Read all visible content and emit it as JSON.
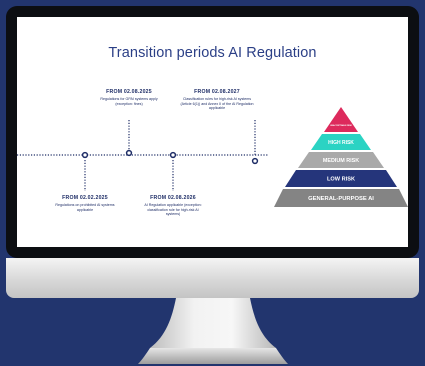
{
  "slide": {
    "title": "Transition periods AI Regulation"
  },
  "timeline": {
    "events": [
      {
        "date": "FROM 02.08.2025",
        "description": "Regulations for GPAI systems apply (exception: fines)"
      },
      {
        "date": "FROM 02.08.2027",
        "description": "Classification rules for high-risk AI systems (Article 6(1)) and Annex II of the AI Regulation applicable"
      },
      {
        "date": "FROM 02.02.2025",
        "description": "Regulations on prohibited AI systems applicable"
      },
      {
        "date": "FROM 02.08.2026",
        "description": "AI Regulation applicable (exception: classification rule for high-risk AI systems)"
      }
    ]
  },
  "pyramid": {
    "levels": [
      {
        "label": "UNACCEPTABLE RISK",
        "color": "#dd2a5c"
      },
      {
        "label": "HIGH RISK",
        "color": "#2bd3c3"
      },
      {
        "label": "MEDIUM RISK",
        "color": "#a9a9a9"
      },
      {
        "label": "LOW RISK",
        "color": "#25357b"
      },
      {
        "label": "GENERAL-PURPOSE AI",
        "color": "#848484"
      }
    ]
  },
  "colors": {
    "background": "#22356e",
    "accent": "#2b3f86",
    "timeline": "#1e2d66"
  }
}
